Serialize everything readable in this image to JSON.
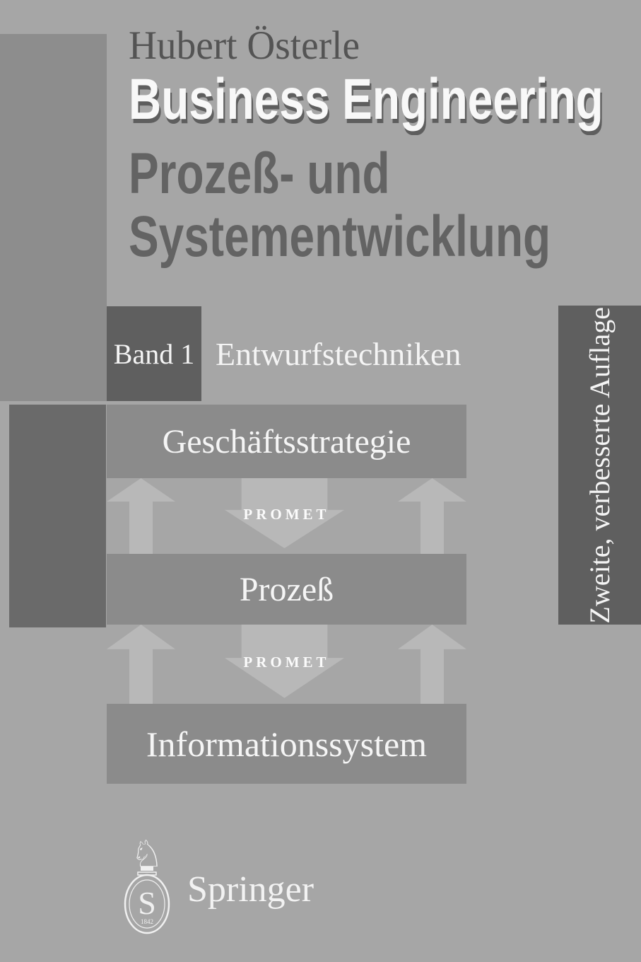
{
  "cover": {
    "author": "Hubert Österle",
    "title": "Business Engineering",
    "subtitle": [
      "Prozeß- und",
      "Systementwicklung"
    ],
    "volume_label": "Band 1",
    "volume_title": "Entwurfstechniken",
    "edition_note": "Zweite, verbesserte Auflage",
    "publisher": "Springer",
    "emblem": {
      "knight_glyph": "♘",
      "monogram": "S",
      "year": "1842"
    }
  },
  "diagram": {
    "type": "layer-flow",
    "layers": [
      {
        "label": "Geschäftsstrategie"
      },
      {
        "label": "Prozeß"
      },
      {
        "label": "Informationssystem"
      }
    ],
    "connector_label": "PROMET",
    "connections": [
      {
        "from": "Geschäftsstrategie",
        "to": "Prozeß",
        "label": "PROMET",
        "bidirectional": true
      },
      {
        "from": "Prozeß",
        "to": "Informationssystem",
        "label": "PROMET",
        "bidirectional": true
      }
    ]
  },
  "colors": {
    "background": "#a6a6a6",
    "panel_light": "#8d8d8d",
    "panel_dark": "#6a6a6a",
    "accent_box": "#5f5f5f",
    "layer_box": "#8b8b8b",
    "arrow": "#b8b8b8",
    "title_white": "#f8f8f8",
    "title_shadow": "#5e5e5e",
    "subtitle_gray": "#636363",
    "author_gray": "#545454"
  }
}
